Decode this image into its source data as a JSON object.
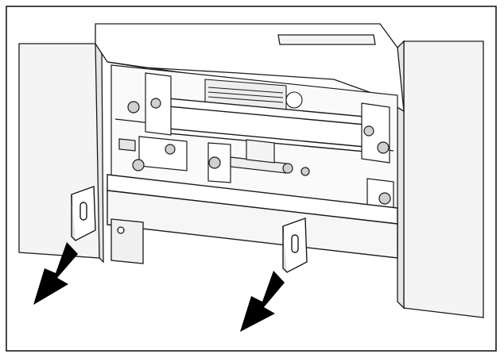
{
  "figure": {
    "kind": "technical-illustration",
    "subject": "machine-underside-bracket-removal",
    "arrow_count": 2,
    "colors": {
      "line": "#1a1a1a",
      "fill_light": "#f4f4f4",
      "fill_mid": "#e6e6e6",
      "arrow": "#000000",
      "background": "#ffffff"
    }
  }
}
